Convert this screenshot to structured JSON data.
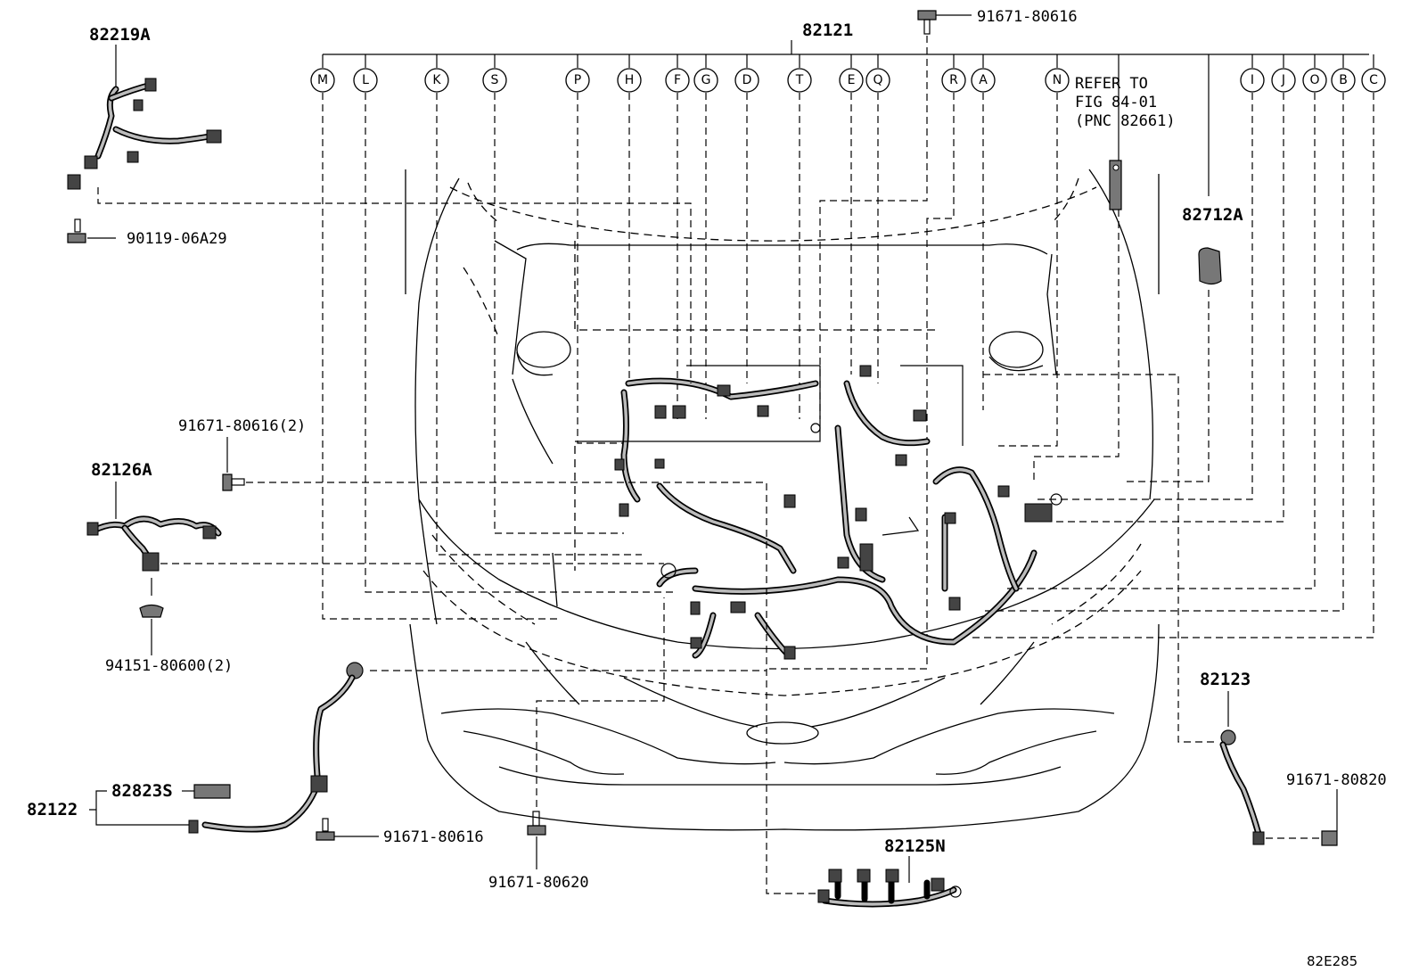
{
  "main_part": "82121",
  "parts": {
    "p82219A": "82219A",
    "p90119": "90119-06A29",
    "p91671_top": "91671-80616",
    "p91671_2": "91671-80616(2)",
    "p82126A": "82126A",
    "p94151": "94151-80600(2)",
    "p82122": "82122",
    "p82823S": "82823S",
    "p91671_mid": "91671-80616",
    "p91671_80620": "91671-80620",
    "p82125N": "82125N",
    "p82712A": "82712A",
    "p82123": "82123",
    "p91671_80820": "91671-80820"
  },
  "refer": {
    "line1": "REFER TO",
    "line2": "FIG 84-01",
    "line3": "(PNC 82661)"
  },
  "branch_letters": [
    "M",
    "L",
    "K",
    "S",
    "P",
    "H",
    "F",
    "G",
    "D",
    "T",
    "E",
    "Q",
    "R",
    "A",
    "N",
    "I",
    "J",
    "O",
    "B",
    "C"
  ],
  "diagram_code": "82E285"
}
